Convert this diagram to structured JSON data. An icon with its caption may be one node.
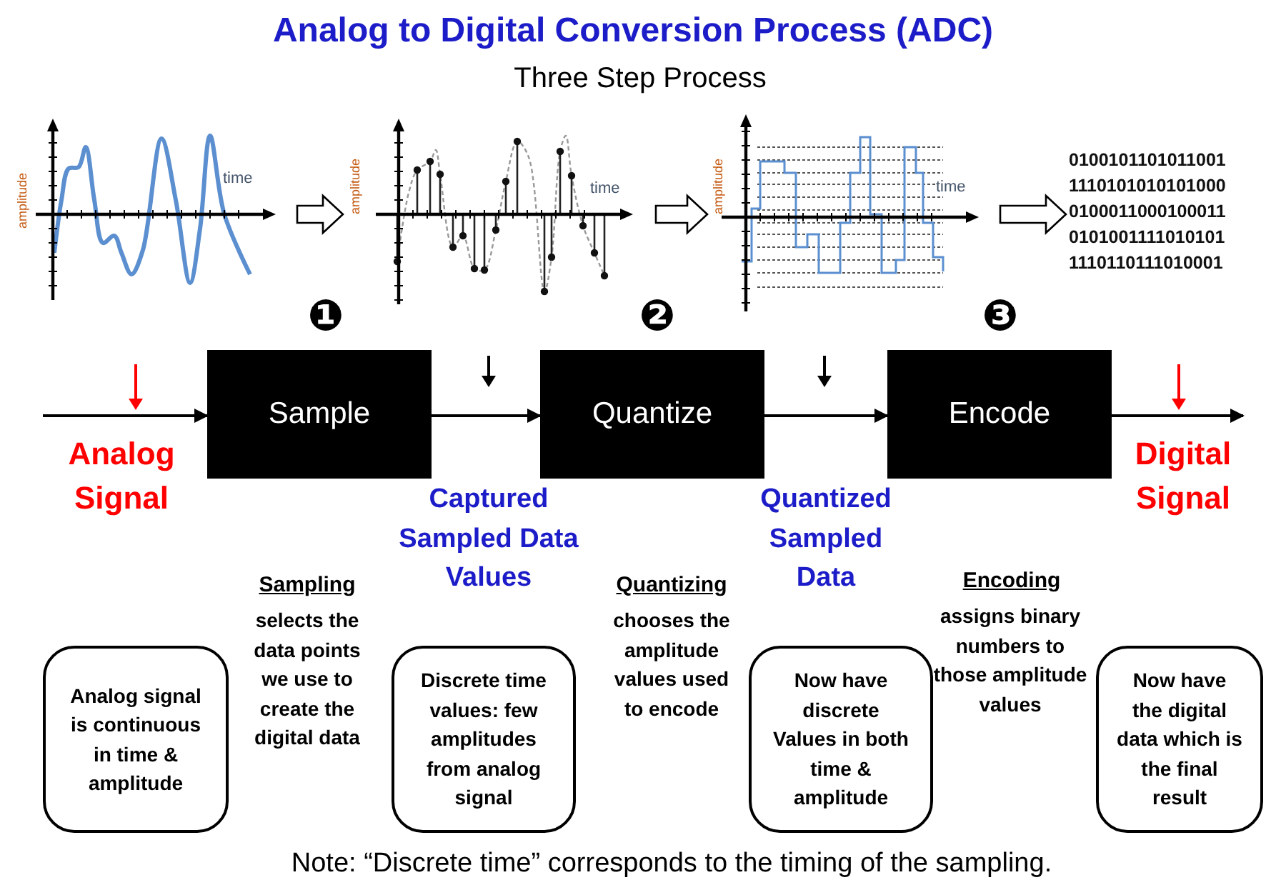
{
  "diagram": {
    "title": "Analog to Digital Conversion Process (ADC)",
    "caption": "Note: “Discrete time” corresponds to the timing of the sampling.",
    "nodes": [
      {
        "text": [
          "amplitude",
          "time"
        ]
      },
      {
        "text": [
          "amplitude",
          "time"
        ]
      },
      {
        "text": [
          "amplitude",
          "time"
        ]
      },
      {
        "text": [
          "0100101101011001 1110101010101000 0100011000100011 0101001111010101 1110110111010001"
        ]
      },
      {
        "text": [
          "Sample"
        ]
      },
      {
        "text": [
          "Quantize"
        ]
      },
      {
        "text": [
          "Encode"
        ]
      },
      {
        "text": [
          "Analog signal is continuous in time & amplitude"
        ]
      },
      {
        "text": [
          "Discrete time values: few amplitudes from analog signal"
        ]
      },
      {
        "text": [
          "Now have discrete Values in both time & amplitude"
        ]
      },
      {
        "text": [
          "Now have the digital data which is the final result"
        ]
      }
    ],
    "edges": [
      {
        "from": 0,
        "to": 1,
        "arrow": "to",
        "style": "thick"
      },
      {
        "from": 1,
        "to": 2,
        "arrow": "to",
        "style": "thick"
      },
      {
        "from": 2,
        "to": 3,
        "arrow": "to",
        "style": "thick"
      },
      {
        "from": null,
        "to": 4,
        "arrow": "to"
      },
      {
        "from": 4,
        "to": 5,
        "arrow": "to"
      },
      {
        "from": 5,
        "to": 6,
        "arrow": "to"
      },
      {
        "from": 6,
        "to": null,
        "arrow": "to"
      }
    ],
    "labels": [
      "Three Step Process",
      "❶",
      "❷",
      "❸",
      "Analog Signal",
      "Captured Sampled Data Values",
      "Quantized Sampled Data",
      "Digital Signal",
      "Sampling",
      "selects the data points we use to create the digital data",
      "Quantizing",
      "chooses the amplitude values used to encode",
      "Encoding",
      "assigns binary numbers to those amplitude values"
    ]
  }
}
